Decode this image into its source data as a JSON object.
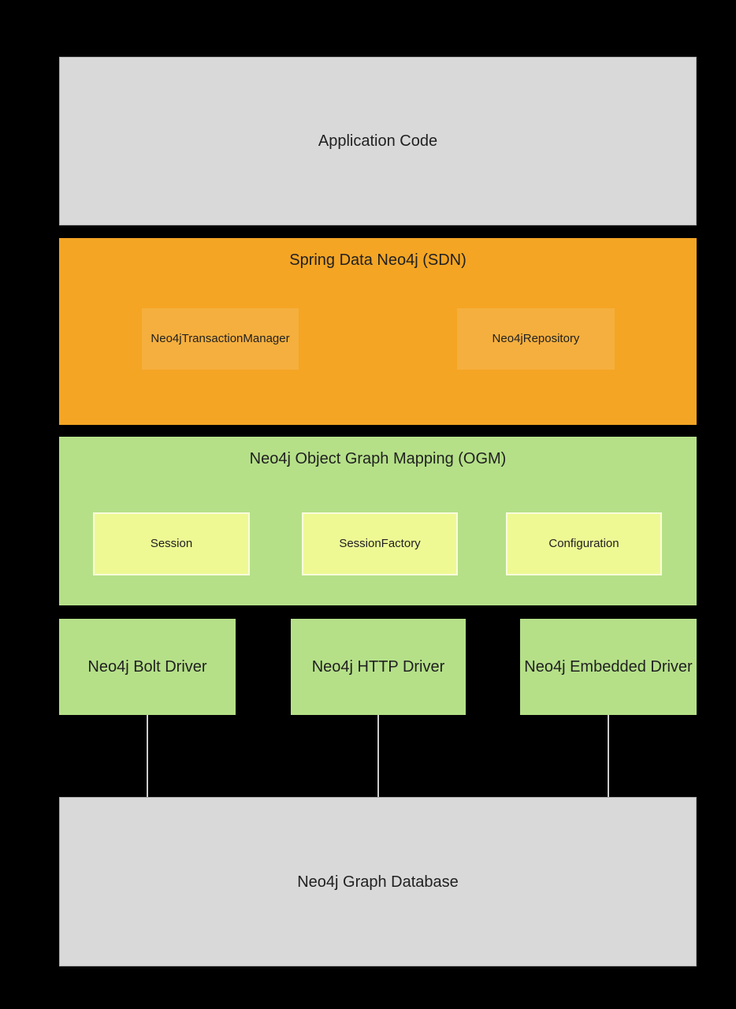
{
  "colors": {
    "background": "#000000",
    "gray_fill": "#d9d9d9",
    "gray_border": "#a9a9a9",
    "orange_fill": "#f4a524",
    "orange_inner_fill": "#f5af3e",
    "green_fill": "#b5e088",
    "yellow_fill": "#eef994",
    "yellow_border": "#f9fcdc",
    "connector": "#cccccc",
    "text": "#212121"
  },
  "boxes": {
    "application": {
      "label": "Application Code"
    },
    "sdn": {
      "title": "Spring Data Neo4j (SDN)",
      "transaction_manager": {
        "label": "Neo4jTransactionManager"
      },
      "repository": {
        "label": "Neo4jRepository"
      }
    },
    "ogm": {
      "title": "Neo4j Object Graph Mapping (OGM)",
      "session": {
        "label": "Session"
      },
      "session_factory": {
        "label": "SessionFactory"
      },
      "configuration": {
        "label": "Configuration"
      }
    },
    "drivers": {
      "bolt": {
        "label": "Neo4j Bolt Driver"
      },
      "http": {
        "label": "Neo4j HTTP Driver"
      },
      "embedded": {
        "label": "Neo4j Embedded Driver"
      }
    },
    "database": {
      "label": "Neo4j Graph Database"
    }
  }
}
